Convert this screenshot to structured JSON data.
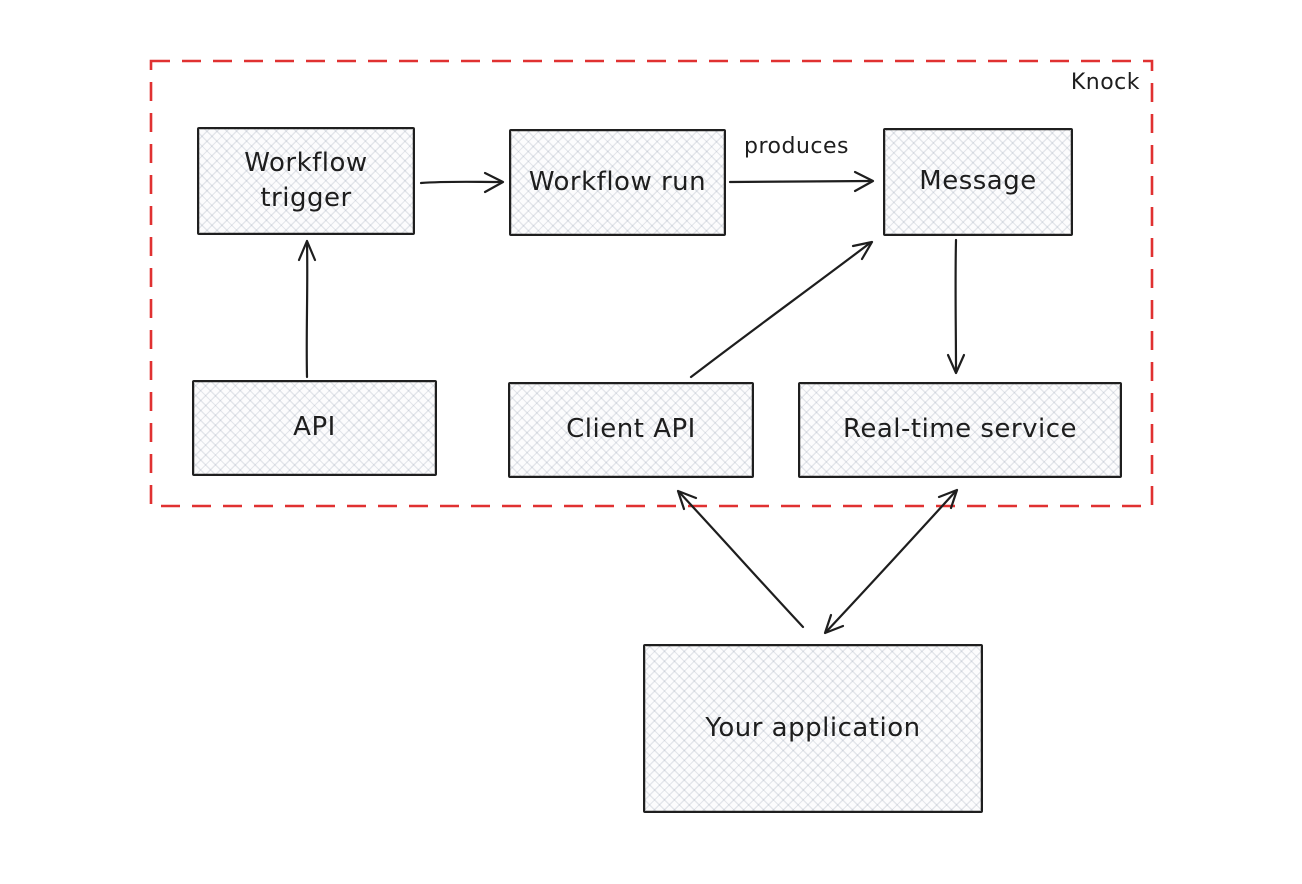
{
  "diagram": {
    "type": "architecture-flow",
    "region_label": "Knock",
    "colors": {
      "boundary": "#e03131",
      "stroke": "#1e1e1e",
      "node_fill": "#fcfcfd",
      "background": "#ffffff"
    },
    "nodes": {
      "workflow_trigger": {
        "label": "Workflow trigger"
      },
      "workflow_run": {
        "label": "Workflow run"
      },
      "message": {
        "label": "Message"
      },
      "api": {
        "label": "API"
      },
      "client_api": {
        "label": "Client API"
      },
      "realtime_service": {
        "label": "Real-time service"
      },
      "your_application": {
        "label": "Your application"
      }
    },
    "edges": [
      {
        "from": "api",
        "to": "workflow_trigger",
        "label": "",
        "bidirectional": false
      },
      {
        "from": "workflow_trigger",
        "to": "workflow_run",
        "label": "",
        "bidirectional": false
      },
      {
        "from": "workflow_run",
        "to": "message",
        "label": "produces",
        "bidirectional": false
      },
      {
        "from": "client_api",
        "to": "message",
        "label": "",
        "bidirectional": false
      },
      {
        "from": "message",
        "to": "realtime_service",
        "label": "",
        "bidirectional": false
      },
      {
        "from": "your_application",
        "to": "client_api",
        "label": "",
        "bidirectional": false
      },
      {
        "from": "your_application",
        "to": "realtime_service",
        "label": "",
        "bidirectional": true
      }
    ]
  }
}
